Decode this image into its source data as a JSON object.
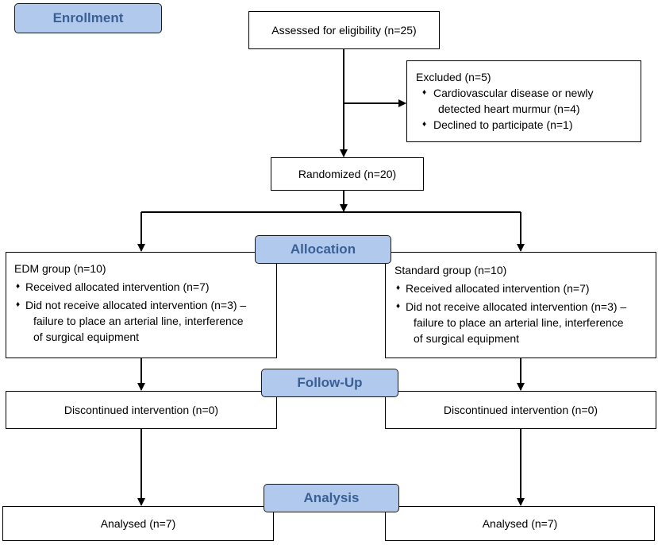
{
  "stages": {
    "enrollment": "Enrollment",
    "allocation": "Allocation",
    "follow_up": "Follow-Up",
    "analysis": "Analysis"
  },
  "assessed": "Assessed for eligibility (n=25)",
  "excluded": {
    "title": "Excluded (n=5)",
    "items": [
      {
        "bullet": "♦",
        "lines": [
          "Cardiovascular disease or newly",
          "detected heart murmur (n=4)"
        ]
      },
      {
        "bullet": "♦",
        "lines": [
          "Declined to participate (n=1)"
        ]
      }
    ]
  },
  "randomized": "Randomized (n=20)",
  "edm": {
    "title": "EDM group (n=10)",
    "received": "Received allocated intervention (n=7)",
    "not_received": [
      "Did not receive allocated intervention (n=3) –",
      "failure to place an arterial line, interference",
      "of surgical equipment"
    ]
  },
  "standard": {
    "title": "Standard group (n=10)",
    "received": "Received allocated intervention (n=7)",
    "not_received": [
      "Did not receive allocated intervention (n=3) –",
      "failure to place an arterial line, interference",
      "of surgical equipment"
    ]
  },
  "bullet": "♦",
  "discontinued_left": "Discontinued intervention (n=0)",
  "discontinued_right": "Discontinued intervention (n=0)",
  "analysed_left": "Analysed (n=7)",
  "analysed_right": "Analysed (n=7)"
}
